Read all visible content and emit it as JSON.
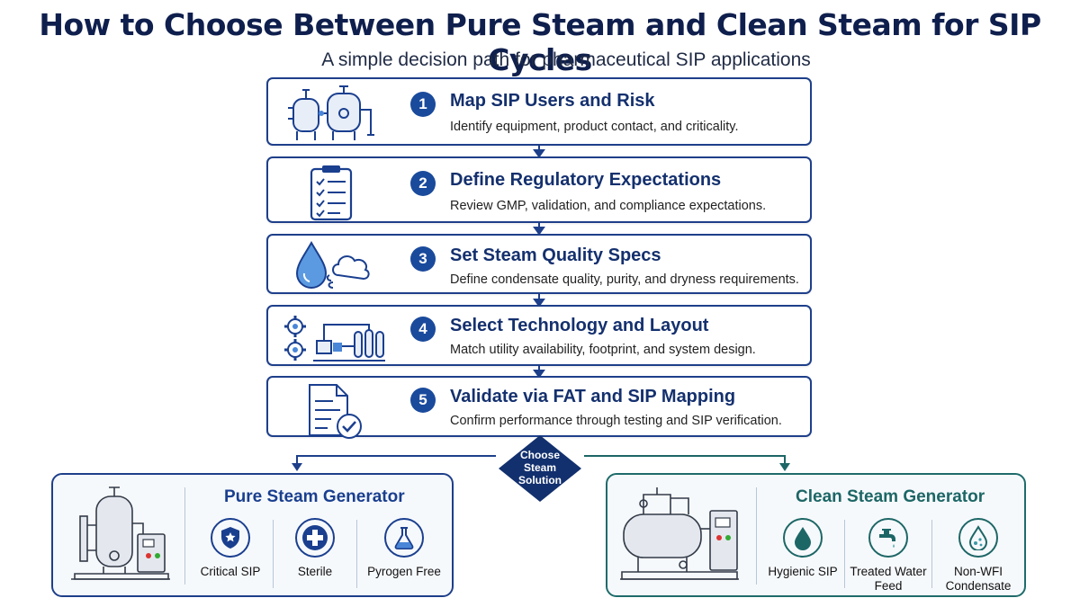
{
  "title": "How to Choose Between Pure Steam and Clean Steam for SIP Cycles",
  "subtitle": "A simple decision path for pharmaceutical SIP applications",
  "steps": [
    {
      "number": "1",
      "title": "Map SIP Users and Risk",
      "description": "Identify equipment, product contact, and criticality.",
      "icon": "vessels-icon"
    },
    {
      "number": "2",
      "title": "Define Regulatory Expectations",
      "description": "Review GMP, validation, and compliance expectations.",
      "icon": "clipboard-checklist-icon"
    },
    {
      "number": "3",
      "title": "Set Steam Quality Specs",
      "description": "Define condensate quality, purity, and dryness requirements.",
      "icon": "droplet-steam-icon"
    },
    {
      "number": "4",
      "title": "Select Technology and Layout",
      "description": "Match utility availability, footprint, and system design.",
      "icon": "gears-skid-icon"
    },
    {
      "number": "5",
      "title": "Validate via FAT and SIP Mapping",
      "description": "Confirm performance through testing and SIP verification.",
      "icon": "document-check-icon"
    }
  ],
  "decision": {
    "label_line1": "Choose",
    "label_line2": "Steam",
    "label_line3": "Solution"
  },
  "pure": {
    "title": "Pure Steam Generator",
    "features": [
      {
        "label": "Critical SIP",
        "icon": "shield-star-icon"
      },
      {
        "label": "Sterile",
        "icon": "medical-cross-icon"
      },
      {
        "label": "Pyrogen Free",
        "icon": "flask-icon"
      }
    ]
  },
  "clean": {
    "title": "Clean Steam Generator",
    "features": [
      {
        "label": "Hygienic SIP",
        "icon": "droplet-icon"
      },
      {
        "label_line1": "Treated Water",
        "label_line2": "Feed",
        "icon": "faucet-icon"
      },
      {
        "label_line1": "Non-WFI",
        "label_line2": "Condensate",
        "icon": "droplet-bubbles-icon"
      }
    ]
  },
  "colors": {
    "navy": "#1a4a9c",
    "teal": "#1d6666",
    "title": "#0f1f4d"
  }
}
